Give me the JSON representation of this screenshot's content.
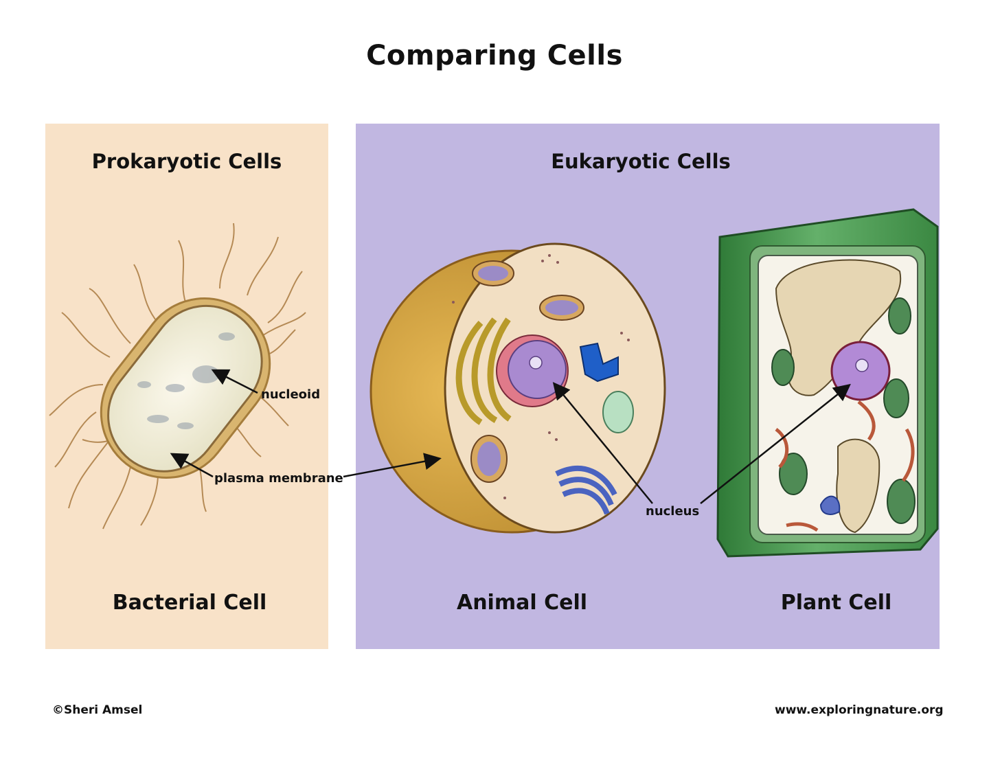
{
  "title": "Comparing Cells",
  "colors": {
    "prokaryotic_panel": "#f8e2c8",
    "eukaryotic_panel": "#c1b7e1",
    "animal_membrane": "#d9a842",
    "plant_wall": "#3f8a45"
  },
  "prokaryotic": {
    "heading": "Prokaryotic Cells",
    "cell_name": "Bacterial Cell"
  },
  "eukaryotic": {
    "heading": "Eukaryotic Cells",
    "animal_name": "Animal Cell",
    "plant_name": "Plant Cell"
  },
  "labels": {
    "nucleoid": "nucleoid",
    "plasma_membrane": "plasma membrane",
    "nucleus": "nucleus"
  },
  "footer": {
    "copyright": "©Sheri Amsel",
    "website": "www.exploringnature.org"
  }
}
